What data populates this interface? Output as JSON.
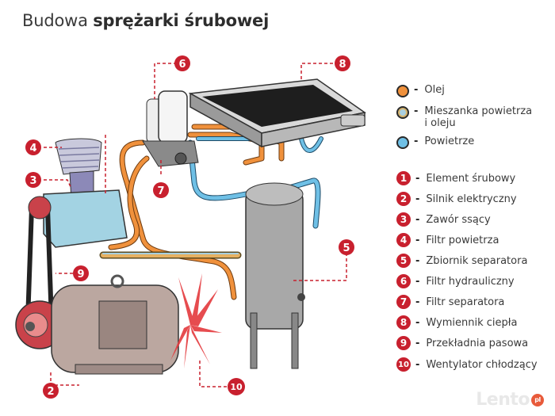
{
  "title": {
    "regular": "Budowa",
    "bold": "sprężarki śrubowej"
  },
  "colors": {
    "oil": "#f0913c",
    "mix": "#c4c49a",
    "air": "#6fc0e6",
    "marker": "#c8202e"
  },
  "fluid_legend": [
    {
      "icon": "oil-dot-icon",
      "label": "Olej"
    },
    {
      "icon": "mix-dot-icon",
      "label": "Mieszanka powietrza",
      "label2": "i oleju"
    },
    {
      "icon": "air-dot-icon",
      "label": "Powietrze"
    }
  ],
  "parts_legend": [
    {
      "num": "1",
      "label": "Element śrubowy"
    },
    {
      "num": "2",
      "label": "Silnik elektryczny"
    },
    {
      "num": "3",
      "label": "Zawór ssący"
    },
    {
      "num": "4",
      "label": "Filtr powietrza"
    },
    {
      "num": "5",
      "label": "Zbiornik separatora"
    },
    {
      "num": "6",
      "label": "Filtr hydrauliczny"
    },
    {
      "num": "7",
      "label": "Filtr separatora"
    },
    {
      "num": "8",
      "label": "Wymiennik ciepła"
    },
    {
      "num": "9",
      "label": "Przekładnia pasowa"
    },
    {
      "num": "10",
      "label": "Wentylator chłodzący"
    }
  ],
  "callouts": [
    "2",
    "3",
    "4",
    "5",
    "6",
    "7",
    "8",
    "9",
    "10"
  ],
  "legend_dash": "-",
  "watermark": {
    "text": "Lento",
    "badge": "pl"
  }
}
